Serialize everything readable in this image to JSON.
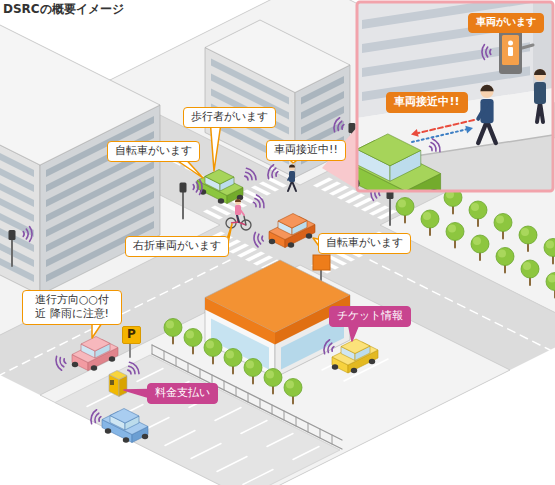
{
  "diagram": {
    "title": "DSRCの概要イメージ",
    "nodes": [
      {
        "text": [
          "車両がいます"
        ]
      },
      {
        "text": [
          "車両接近中!!"
        ]
      },
      {
        "text": [
          "歩行者がいます"
        ]
      },
      {
        "text": [
          "自転車がいます"
        ]
      },
      {
        "text": [
          "車両接近中!!"
        ]
      },
      {
        "text": [
          "右折車両がいます"
        ]
      },
      {
        "text": [
          "自転車がいます"
        ]
      },
      {
        "text": [
          "進行方向○○付近 降雨に注意!"
        ]
      },
      {
        "text": [
          "チケット情報"
        ]
      },
      {
        "text": [
          "P"
        ]
      },
      {
        "text": [
          "料金支払い"
        ]
      }
    ]
  }
}
